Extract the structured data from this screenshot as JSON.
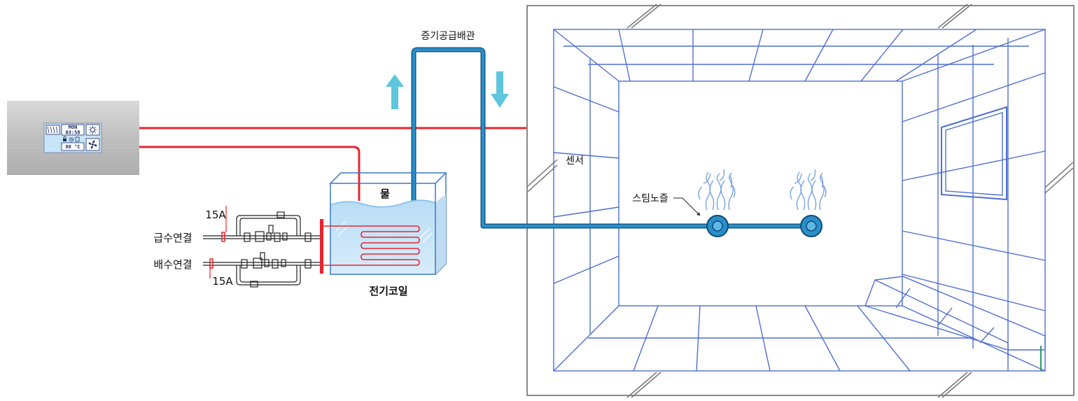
{
  "labels": {
    "steam_pipe": "증기공급배관",
    "water": "물",
    "sensor": "센서",
    "steam_nozzle": "스팀노즐",
    "supply_connection": "급수연결",
    "drain_connection": "배수연결",
    "pipe_size_top": "15A",
    "pipe_size_bottom": "15A",
    "electric_coil": "전기코일"
  },
  "controller": {
    "day": "MON",
    "time": "03:58",
    "temperature": "88 °C"
  },
  "colors": {
    "signal_line": "#e8242d",
    "steam_pipe": "#2a8ec8",
    "pipe_outline": "#0f4d78",
    "flow_arrow": "#5ec6dc",
    "room_line": "#4f6fd0",
    "tank_fill": "#cfe8fa",
    "tank_edge": "#3a78c8"
  },
  "icons": {
    "controller_steam": "steam-waves-icon",
    "controller_light": "sun-icon",
    "controller_fan": "fan-icon",
    "controller_lock": "lock-icon",
    "controller_timer": "clock-icon",
    "sensor": "sensor-circle-icon",
    "nozzle": "nozzle-ring-icon",
    "steam_plume": "steam-plume-icon",
    "flow_up": "arrow-up-icon",
    "flow_down": "arrow-down-icon"
  }
}
